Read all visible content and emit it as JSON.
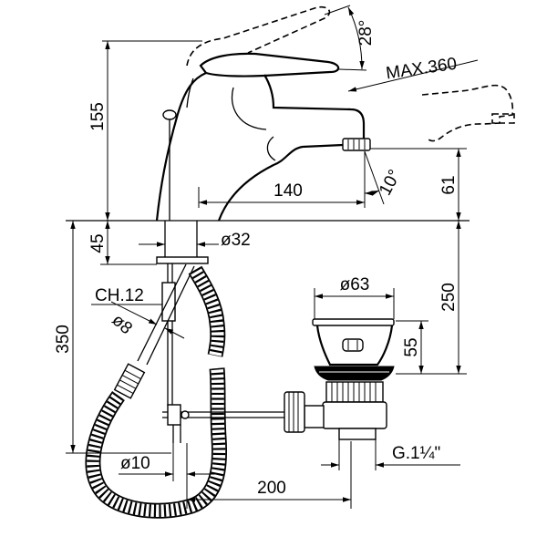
{
  "drawing": {
    "lever_angle": "28°",
    "spout_top_height": "155",
    "swivel_range": "MAX.360",
    "spout_reach": "140",
    "spout_angle": "10°",
    "spout_outlet_height": "61",
    "shank_length": "45",
    "shank_diameter": "ø32",
    "drain_depth": "250",
    "wrench_size": "CH.12",
    "drain_flange_diameter": "ø63",
    "hose_length": "350",
    "hose_pipe_diameter": "ø8",
    "drain_flange_height": "55",
    "rod_diameter": "ø10",
    "rod_length": "200",
    "drain_thread": "G.1¼\""
  }
}
